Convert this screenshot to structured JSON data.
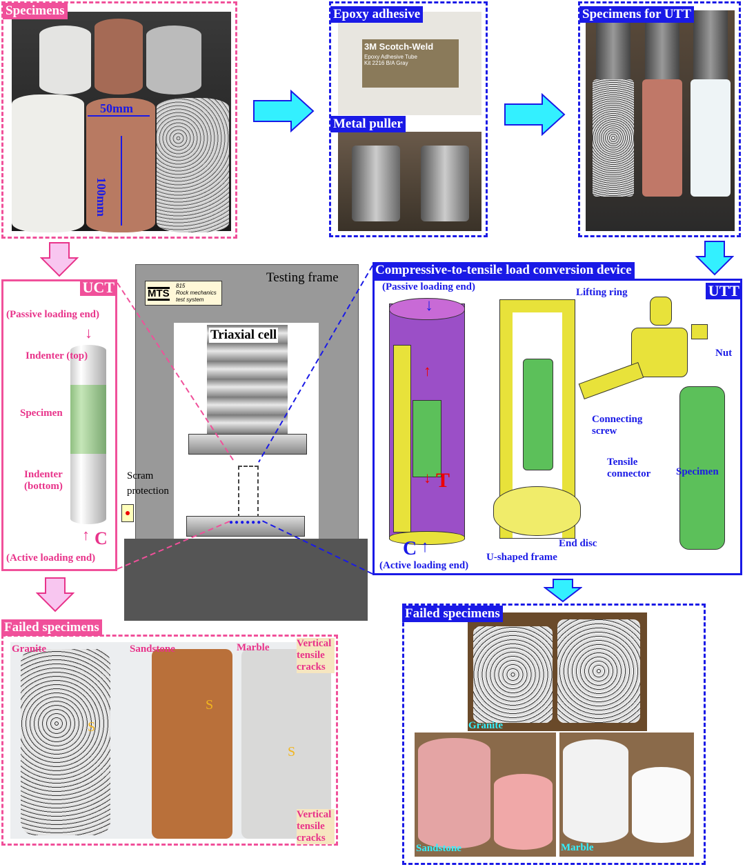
{
  "panels": {
    "specimens": {
      "title": "Specimens",
      "diameter": "50mm",
      "height": "100mm"
    },
    "epoxy": {
      "title": "Epoxy adhesive",
      "product": "3M Scotch-Weld",
      "product_sub": "Epoxy Adhesive Tube Kit 2216 B/A Gray",
      "metal_puller": "Metal puller"
    },
    "utt_specimens": {
      "title": "Specimens for UTT"
    },
    "uct": {
      "title": "UCT",
      "passive": "(Passive loading end)",
      "indenter_top": "Indenter (top)",
      "specimen": "Specimen",
      "indenter_bottom": "Indenter (bottom)",
      "c": "C",
      "active": "(Active loading end)"
    },
    "frame": {
      "title": "Testing frame",
      "mts_logo": "MTS",
      "mts_model": "815",
      "mts_desc": "Rock mechanics test system",
      "triaxial": "Triaxial cell",
      "scram": "Scram protection"
    },
    "device": {
      "title": "Compressive-to-tensile load conversion device",
      "utt": "UTT",
      "passive": "(Passive loading end)",
      "active": "(Active loading end)",
      "t": "T",
      "c": "C",
      "lifting_ring": "Lifting ring",
      "nut": "Nut",
      "connecting_screw": "Connecting screw",
      "tensile_connector": "Tensile connector",
      "specimen": "Specimen",
      "end_disc": "End disc",
      "u_frame": "U-shaped frame"
    },
    "failed_uct": {
      "title": "Failed specimens",
      "granite": "Granite",
      "sandstone": "Sandstone",
      "marble": "Marble",
      "cracks_top": "Vertical tensile cracks",
      "cracks_bottom": "Vertical tensile cracks",
      "s": "S"
    },
    "failed_utt": {
      "title": "Failed specimens",
      "granite": "Granite",
      "sandstone": "Sandstone",
      "marble": "Marble"
    }
  },
  "colors": {
    "pink": "#f0509a",
    "blue": "#1a1ae6",
    "cyan": "#33f0ff",
    "arrow_pink": "#f8c6f0"
  }
}
